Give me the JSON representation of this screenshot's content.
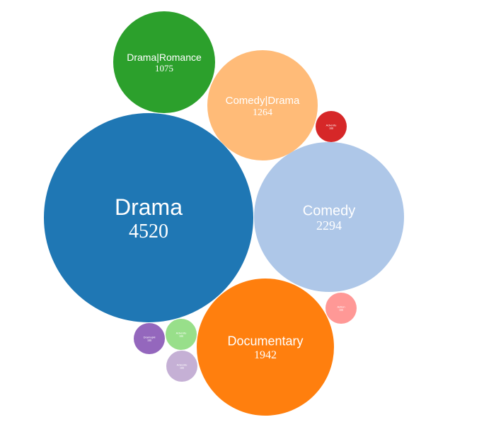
{
  "chart_data": {
    "type": "bubble",
    "title": "",
    "series": [
      {
        "label": "Drama",
        "value": 4520,
        "color": "#1f77b4"
      },
      {
        "label": "Comedy",
        "value": 2294,
        "color": "#aec7e8"
      },
      {
        "label": "Documentary",
        "value": 1942,
        "color": "#ff7f0e"
      },
      {
        "label": "Comedy|Drama",
        "value": 1264,
        "color": "#ffbb78"
      },
      {
        "label": "Drama|Romance",
        "value": 1075,
        "color": "#2ca02c"
      },
      {
        "label": "Adventu",
        "value": 100,
        "color": "#d62728"
      },
      {
        "label": "Action",
        "value": 100,
        "color": "#ff9896"
      },
      {
        "label": "Drama|Hi",
        "value": 100,
        "color": "#9467bd"
      },
      {
        "label": "Adventu",
        "value": 100,
        "color": "#98df8a"
      },
      {
        "label": "Adventu",
        "value": 100,
        "color": "#c5b0d5"
      }
    ]
  }
}
